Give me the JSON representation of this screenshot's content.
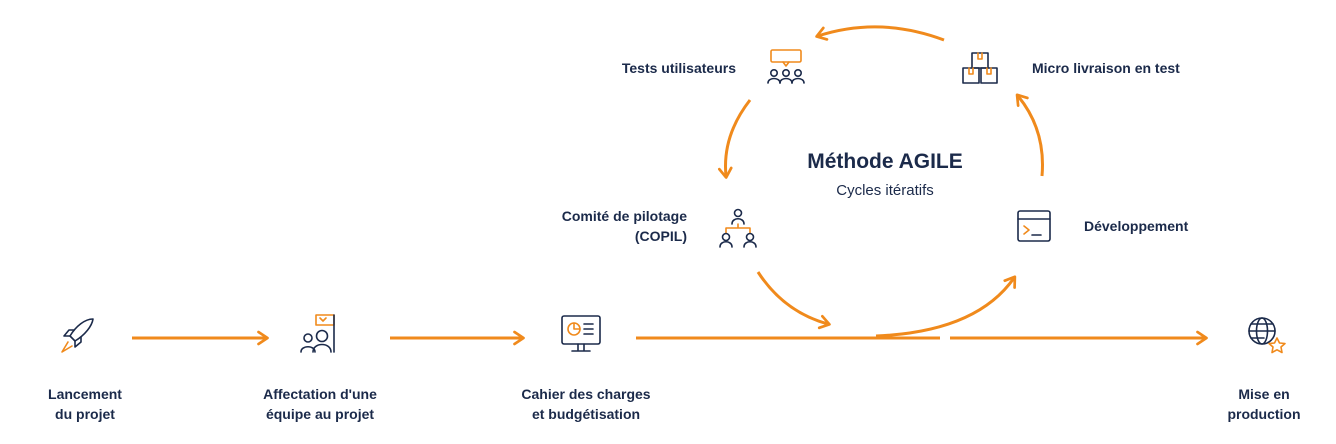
{
  "colors": {
    "accent": "#f08a1c",
    "ink": "#1b2a4a"
  },
  "cycle": {
    "title": "Méthode AGILE",
    "subtitle": "Cycles itératifs",
    "steps": [
      {
        "label": "Tests utilisateurs",
        "icon": "user-testing-icon"
      },
      {
        "label": "Micro livraison en test",
        "icon": "packages-icon"
      },
      {
        "label": "Développement",
        "icon": "terminal-window-icon"
      },
      {
        "label_lines": [
          "Comité de pilotage",
          "(COPIL)"
        ],
        "icon": "hierarchy-icon"
      }
    ]
  },
  "timeline": [
    {
      "label_lines": [
        "Lancement",
        "du projet"
      ],
      "icon": "rocket-icon"
    },
    {
      "label_lines": [
        "Affectation d'une",
        "équipe au projet"
      ],
      "icon": "team-flag-icon"
    },
    {
      "label_lines": [
        "Cahier des charges",
        "et budgétisation"
      ],
      "icon": "presentation-screen-icon"
    },
    {
      "label_lines": [
        "Mise en",
        "production"
      ],
      "icon": "globe-star-icon"
    }
  ]
}
